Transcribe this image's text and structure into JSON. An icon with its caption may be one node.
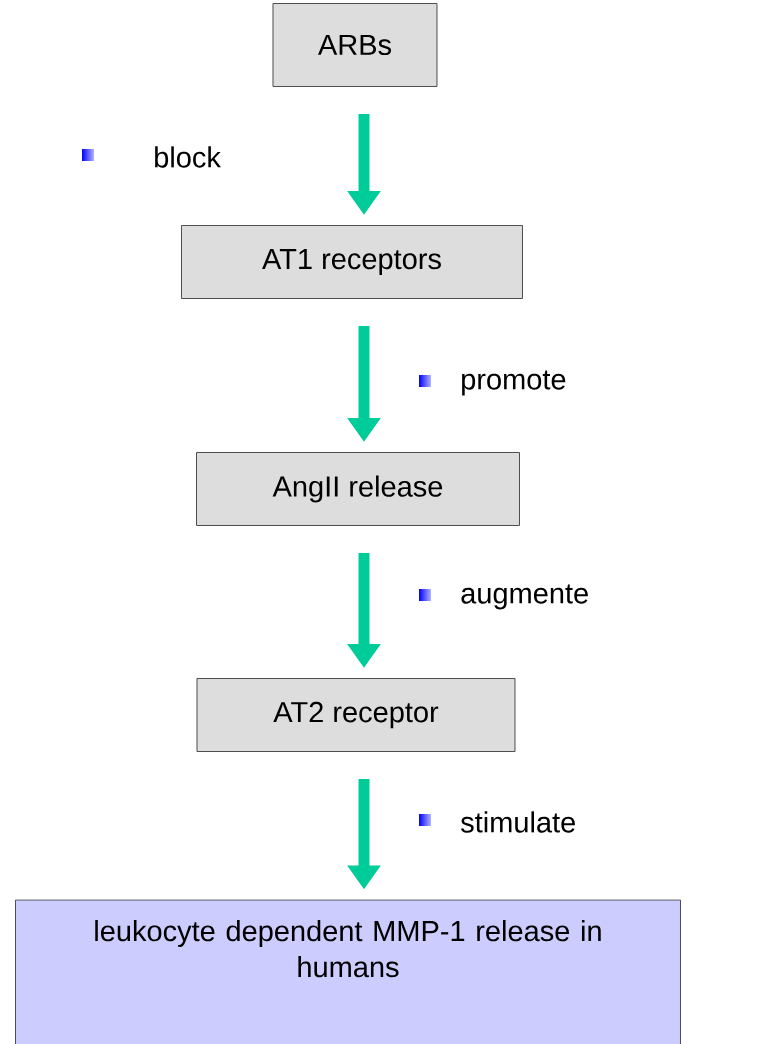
{
  "diagram": {
    "nodes": [
      {
        "text": [
          "ARBs"
        ]
      },
      {
        "text": [
          "AT1 receptors"
        ]
      },
      {
        "text": [
          "AngII release"
        ]
      },
      {
        "text": [
          "AT2 receptor"
        ]
      },
      {
        "text": [
          "leukocyte dependent MMP-1 release in humans"
        ]
      }
    ],
    "edges": [
      {
        "from": 0,
        "to": 1,
        "arrow": "to",
        "label": "block",
        "color": "#00cc99"
      },
      {
        "from": 1,
        "to": 2,
        "arrow": "to",
        "label": "promote",
        "color": "#00cc99"
      },
      {
        "from": 2,
        "to": 3,
        "arrow": "to",
        "label": "augmente",
        "color": "#00cc99"
      },
      {
        "from": 3,
        "to": 4,
        "arrow": "to",
        "label": "stimulate",
        "color": "#00cc99"
      }
    ]
  }
}
